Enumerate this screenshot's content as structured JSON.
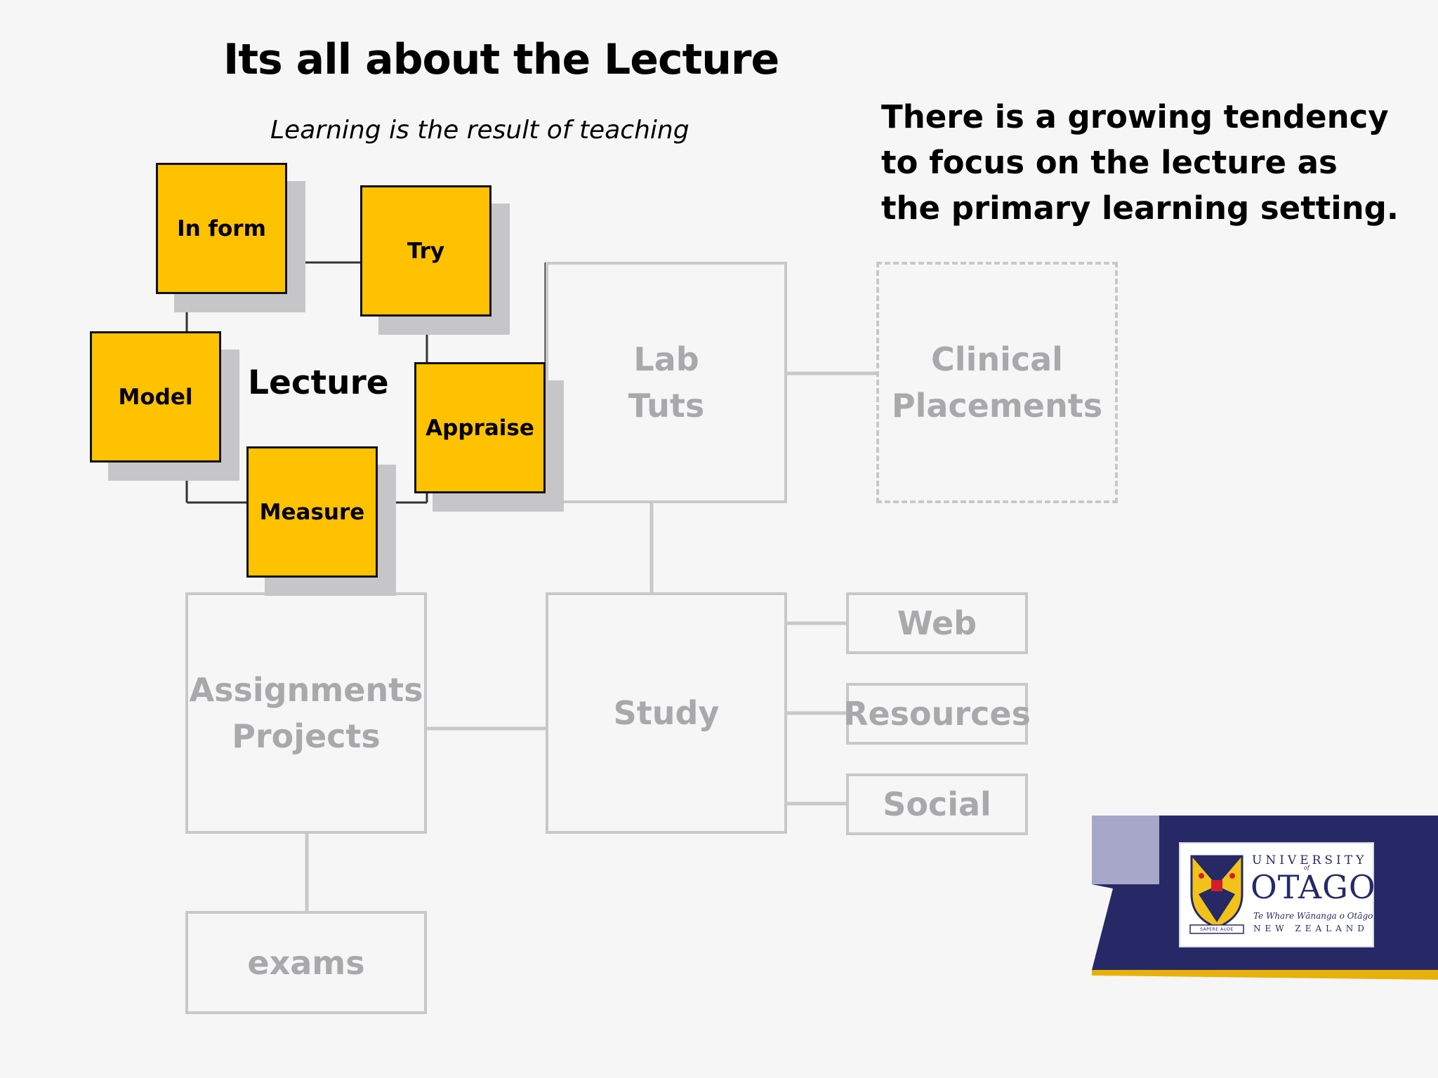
{
  "slide": {
    "title": "Its all about the Lecture",
    "subtitle": "Learning is the result of teaching",
    "note": "There is a growing tendency to focus on the lecture as the primary learning setting."
  },
  "cycle": {
    "center_label": "Lecture",
    "steps": {
      "inform": "In form",
      "try": "Try",
      "model": "Model",
      "appraise": "Appraise",
      "measure": "Measure"
    }
  },
  "settings": {
    "lab_tuts": [
      "Lab",
      "Tuts"
    ],
    "clinical_placements": [
      "Clinical",
      "Placements"
    ],
    "assignments_projects": [
      "Assignments",
      "Projects"
    ],
    "study": "Study",
    "web": "Web",
    "resources": "Resources",
    "social": "Social",
    "exams": "exams"
  },
  "logo": {
    "line1": "UNIVERSITY",
    "of": "of",
    "line2": "OTAGO",
    "line3": "Te Whare Wānanga o Otāgo",
    "line4": "NEW ZEALAND",
    "motto": "SAPERE AUDE"
  },
  "colors": {
    "accent": "#fec200",
    "shadow": "#c6c5c8",
    "faded": "#c8c8ca",
    "faded_text": "#a9a9ac",
    "navy": "#262966",
    "gold": "#e8b10a"
  }
}
